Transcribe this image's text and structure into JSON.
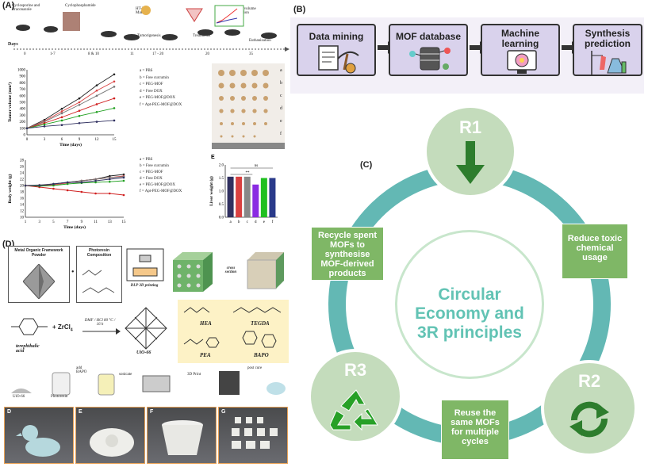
{
  "panels": {
    "a": "(A)",
    "b": "(B)",
    "c": "(C)",
    "d": "(D)"
  },
  "panel_a": {
    "timeline_steps": [
      "Cyclosporine and Itraconazole",
      "Cyclophosphamide",
      "HT-29 in Matrigel",
      "Tumorigenesis",
      "Treatments",
      "Tumor volume evaluation",
      "Euthanization"
    ],
    "days_label": "Days",
    "days": [
      "0",
      "1-7",
      "8 & 10",
      "11",
      "17 - 20",
      "20",
      "35"
    ],
    "tumor_chart_title_y": "Tumor volume (mm³)",
    "tumor_chart_x": "Time (days)",
    "tumor_legend": [
      "a = PBS",
      "b = Free curcumin",
      "c = PEG-MOF",
      "d = Free DOX",
      "e = PEG-MOF@DOX",
      "f = Apt-PEG-MOF@DOX"
    ],
    "photo_rows": [
      "a",
      "b",
      "c",
      "d",
      "e",
      "f"
    ],
    "bw_chart_y": "Body weight (g)",
    "bw_chart_x": "Time (days)",
    "liver_label": "E",
    "liver_y": "Liver weight (g)",
    "liver_sig_ns": "ns",
    "liver_sig": "**"
  },
  "panel_b": {
    "steps": [
      "Data mining",
      "MOF database",
      "Machine learning",
      "Synthesis prediction"
    ]
  },
  "panel_c": {
    "r1": "R1",
    "r2": "R2",
    "r3": "R3",
    "center": "Circular Economy and 3R principles",
    "recycle": "Recycle spent MOFs to synthesise MOF-derived products",
    "reduce": "Reduce toxic chemical usage",
    "reuse": "Reuse the same MOFs for multiple cycles"
  },
  "panel_d": {
    "mof_label": "Metal Organic Framework Powder",
    "photoresin_label": "Photoresin Composition",
    "dlp": "DLP 3D printing",
    "cross": "cross section",
    "acid": "terephthalic acid",
    "zrcl": "+ ZrCl",
    "zr_sub": "4",
    "conditions": "DMF / HCl 80 °C / 16 h",
    "uio": "UiO-66",
    "hea": "HEA",
    "tegda": "TEGDA",
    "pea": "PEA",
    "bapo": "BAPO",
    "process": [
      "UiO-66",
      "Photoresin",
      "add BAPO",
      "sonicate",
      "3D Print",
      "post cure"
    ],
    "photos": [
      "D",
      "E",
      "F",
      "G"
    ]
  },
  "chart_data": [
    {
      "type": "line",
      "title": "",
      "xlabel": "Time (days)",
      "ylabel": "Tumor volume (mm³)",
      "ylim": [
        0,
        1000
      ],
      "x": [
        0,
        3,
        6,
        9,
        12,
        15
      ],
      "series": [
        {
          "name": "a = PBS",
          "color": "#222222",
          "values": [
            100,
            230,
            400,
            560,
            760,
            930
          ]
        },
        {
          "name": "b = Free curcumin",
          "color": "#d94040",
          "values": [
            100,
            210,
            360,
            500,
            680,
            820
          ]
        },
        {
          "name": "c = PEG-MOF",
          "color": "#777777",
          "values": [
            100,
            200,
            330,
            460,
            600,
            740
          ]
        },
        {
          "name": "d = Free DOX",
          "color": "#d02020",
          "values": [
            100,
            180,
            270,
            370,
            470,
            560
          ]
        },
        {
          "name": "e = PEG-MOF@DOX",
          "color": "#20a020",
          "values": [
            100,
            160,
            220,
            290,
            350,
            410
          ]
        },
        {
          "name": "f = Apt-PEG-MOF@DOX",
          "color": "#303060",
          "values": [
            100,
            130,
            150,
            180,
            200,
            220
          ]
        }
      ]
    },
    {
      "type": "line",
      "title": "",
      "xlabel": "Time (days)",
      "ylabel": "Body weight (g)",
      "ylim": [
        10,
        28
      ],
      "x": [
        1,
        3,
        5,
        7,
        9,
        11,
        13,
        15
      ],
      "series": [
        {
          "name": "a = PBS",
          "color": "#222222",
          "values": [
            20,
            20,
            20.5,
            21,
            21.5,
            22,
            23,
            23.5
          ]
        },
        {
          "name": "b = Free curcumin",
          "color": "#d94040",
          "values": [
            20,
            20,
            20.2,
            20.8,
            21.5,
            22,
            22.5,
            23
          ]
        },
        {
          "name": "c = PEG-MOF",
          "color": "#777777",
          "values": [
            20,
            20.2,
            20.5,
            21,
            21.5,
            22,
            22.5,
            22.8
          ]
        },
        {
          "name": "d = Free DOX",
          "color": "#d02020",
          "values": [
            20,
            19.5,
            19,
            18.5,
            18,
            17.5,
            17.5,
            17
          ]
        },
        {
          "name": "e = PEG-MOF@DOX",
          "color": "#20a020",
          "values": [
            20,
            19.8,
            20,
            20.5,
            20.8,
            21,
            21.2,
            21.5
          ]
        },
        {
          "name": "f = Apt-PEG-MOF@DOX",
          "color": "#303060",
          "values": [
            20,
            20,
            20.5,
            21,
            21,
            21.5,
            22,
            22.5
          ]
        }
      ]
    },
    {
      "type": "bar",
      "title": "",
      "xlabel": "",
      "ylabel": "Liver weight (g)",
      "ylim": [
        0,
        2.0
      ],
      "categories": [
        "a",
        "b",
        "c",
        "d",
        "e",
        "f"
      ],
      "colors": [
        "#303060",
        "#d94040",
        "#888888",
        "#8a2be2",
        "#20c020",
        "#2a3a8a"
      ],
      "values": [
        1.55,
        1.55,
        1.55,
        1.25,
        1.5,
        1.5
      ]
    }
  ]
}
